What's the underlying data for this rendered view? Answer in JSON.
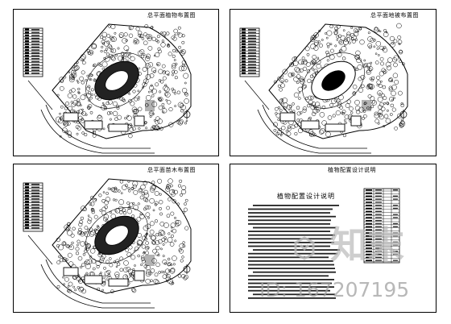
{
  "sheets": [
    {
      "title": "总平面植物布置图"
    },
    {
      "title": "总平面地被布置图"
    },
    {
      "title": "总平面苗木布置图"
    },
    {
      "title": "植物配置设计说明",
      "notes_heading": "植物配置设计说明"
    }
  ],
  "watermark": {
    "brand": "知末",
    "id_text": "ID: 167207195"
  },
  "colors": {
    "line": "#000000",
    "watermark": "#a0a0a0"
  },
  "icons": [
    "north-arrow-icon",
    "brand-logo-icon"
  ]
}
